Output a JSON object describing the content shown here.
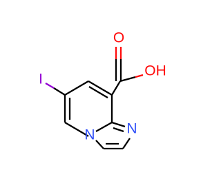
{
  "molecule": {
    "atoms": {
      "iodine": "I",
      "carboxyl_oxygen": "O",
      "hydroxyl": "OH",
      "bridgehead_nitrogen": "N",
      "imidazole_nitrogen": "N"
    },
    "colors": {
      "bond": "#000000",
      "iodine": "#9400d3",
      "oxygen": "#ff0d0d",
      "nitrogen": "#3050f8"
    }
  }
}
